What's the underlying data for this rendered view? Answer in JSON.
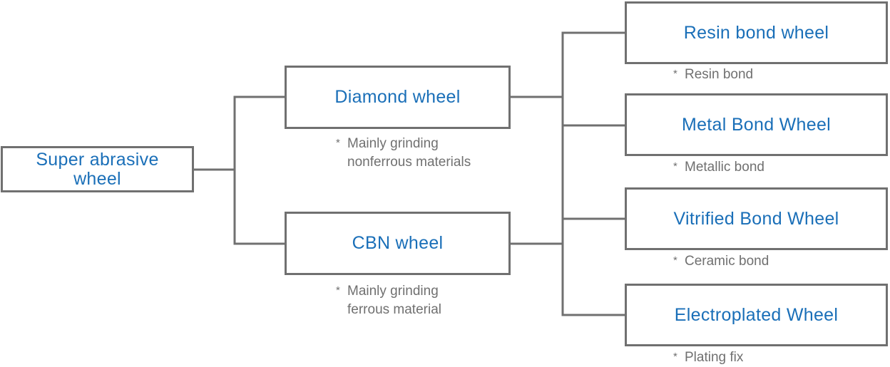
{
  "colors": {
    "node_text": "#1a6fb8",
    "border": "#707070",
    "note_text": "#707070",
    "background": "#ffffff"
  },
  "root": {
    "label_line1": "Super abrasive",
    "label_line2": "wheel"
  },
  "level1": [
    {
      "label": "Diamond wheel",
      "note_line1": "Mainly grinding",
      "note_line2": "nonferrous materials"
    },
    {
      "label": "CBN wheel",
      "note_line1": "Mainly grinding",
      "note_line2": "ferrous material"
    }
  ],
  "level2": [
    {
      "label": "Resin bond wheel",
      "note": "Resin bond"
    },
    {
      "label": "Metal Bond Wheel",
      "note": "Metallic bond"
    },
    {
      "label": "Vitrified Bond Wheel",
      "note": "Ceramic bond"
    },
    {
      "label": "Electroplated Wheel",
      "note": "Plating fix"
    }
  ],
  "note_marker": "*"
}
